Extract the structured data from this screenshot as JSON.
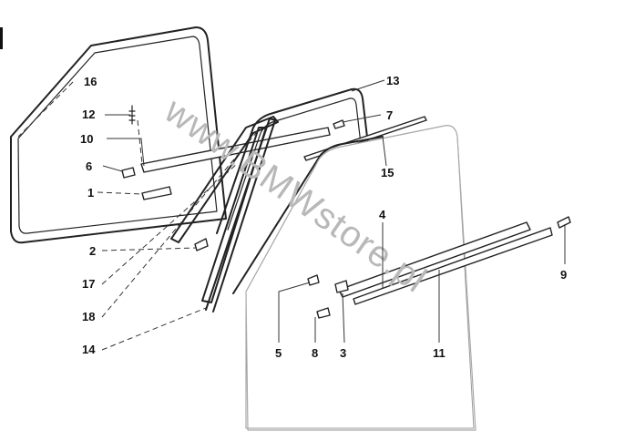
{
  "labels": {
    "l1": "1",
    "l2": "2",
    "l3": "3",
    "l4": "4",
    "l5": "5",
    "l6": "6",
    "l7": "7",
    "l8": "8",
    "l9": "9",
    "l10": "10",
    "l11": "11",
    "l12": "12",
    "l13": "13",
    "l14": "14",
    "l15": "15",
    "l16": "16",
    "l17": "17",
    "l18": "18"
  },
  "watermark": "www.BMWstore.pl"
}
